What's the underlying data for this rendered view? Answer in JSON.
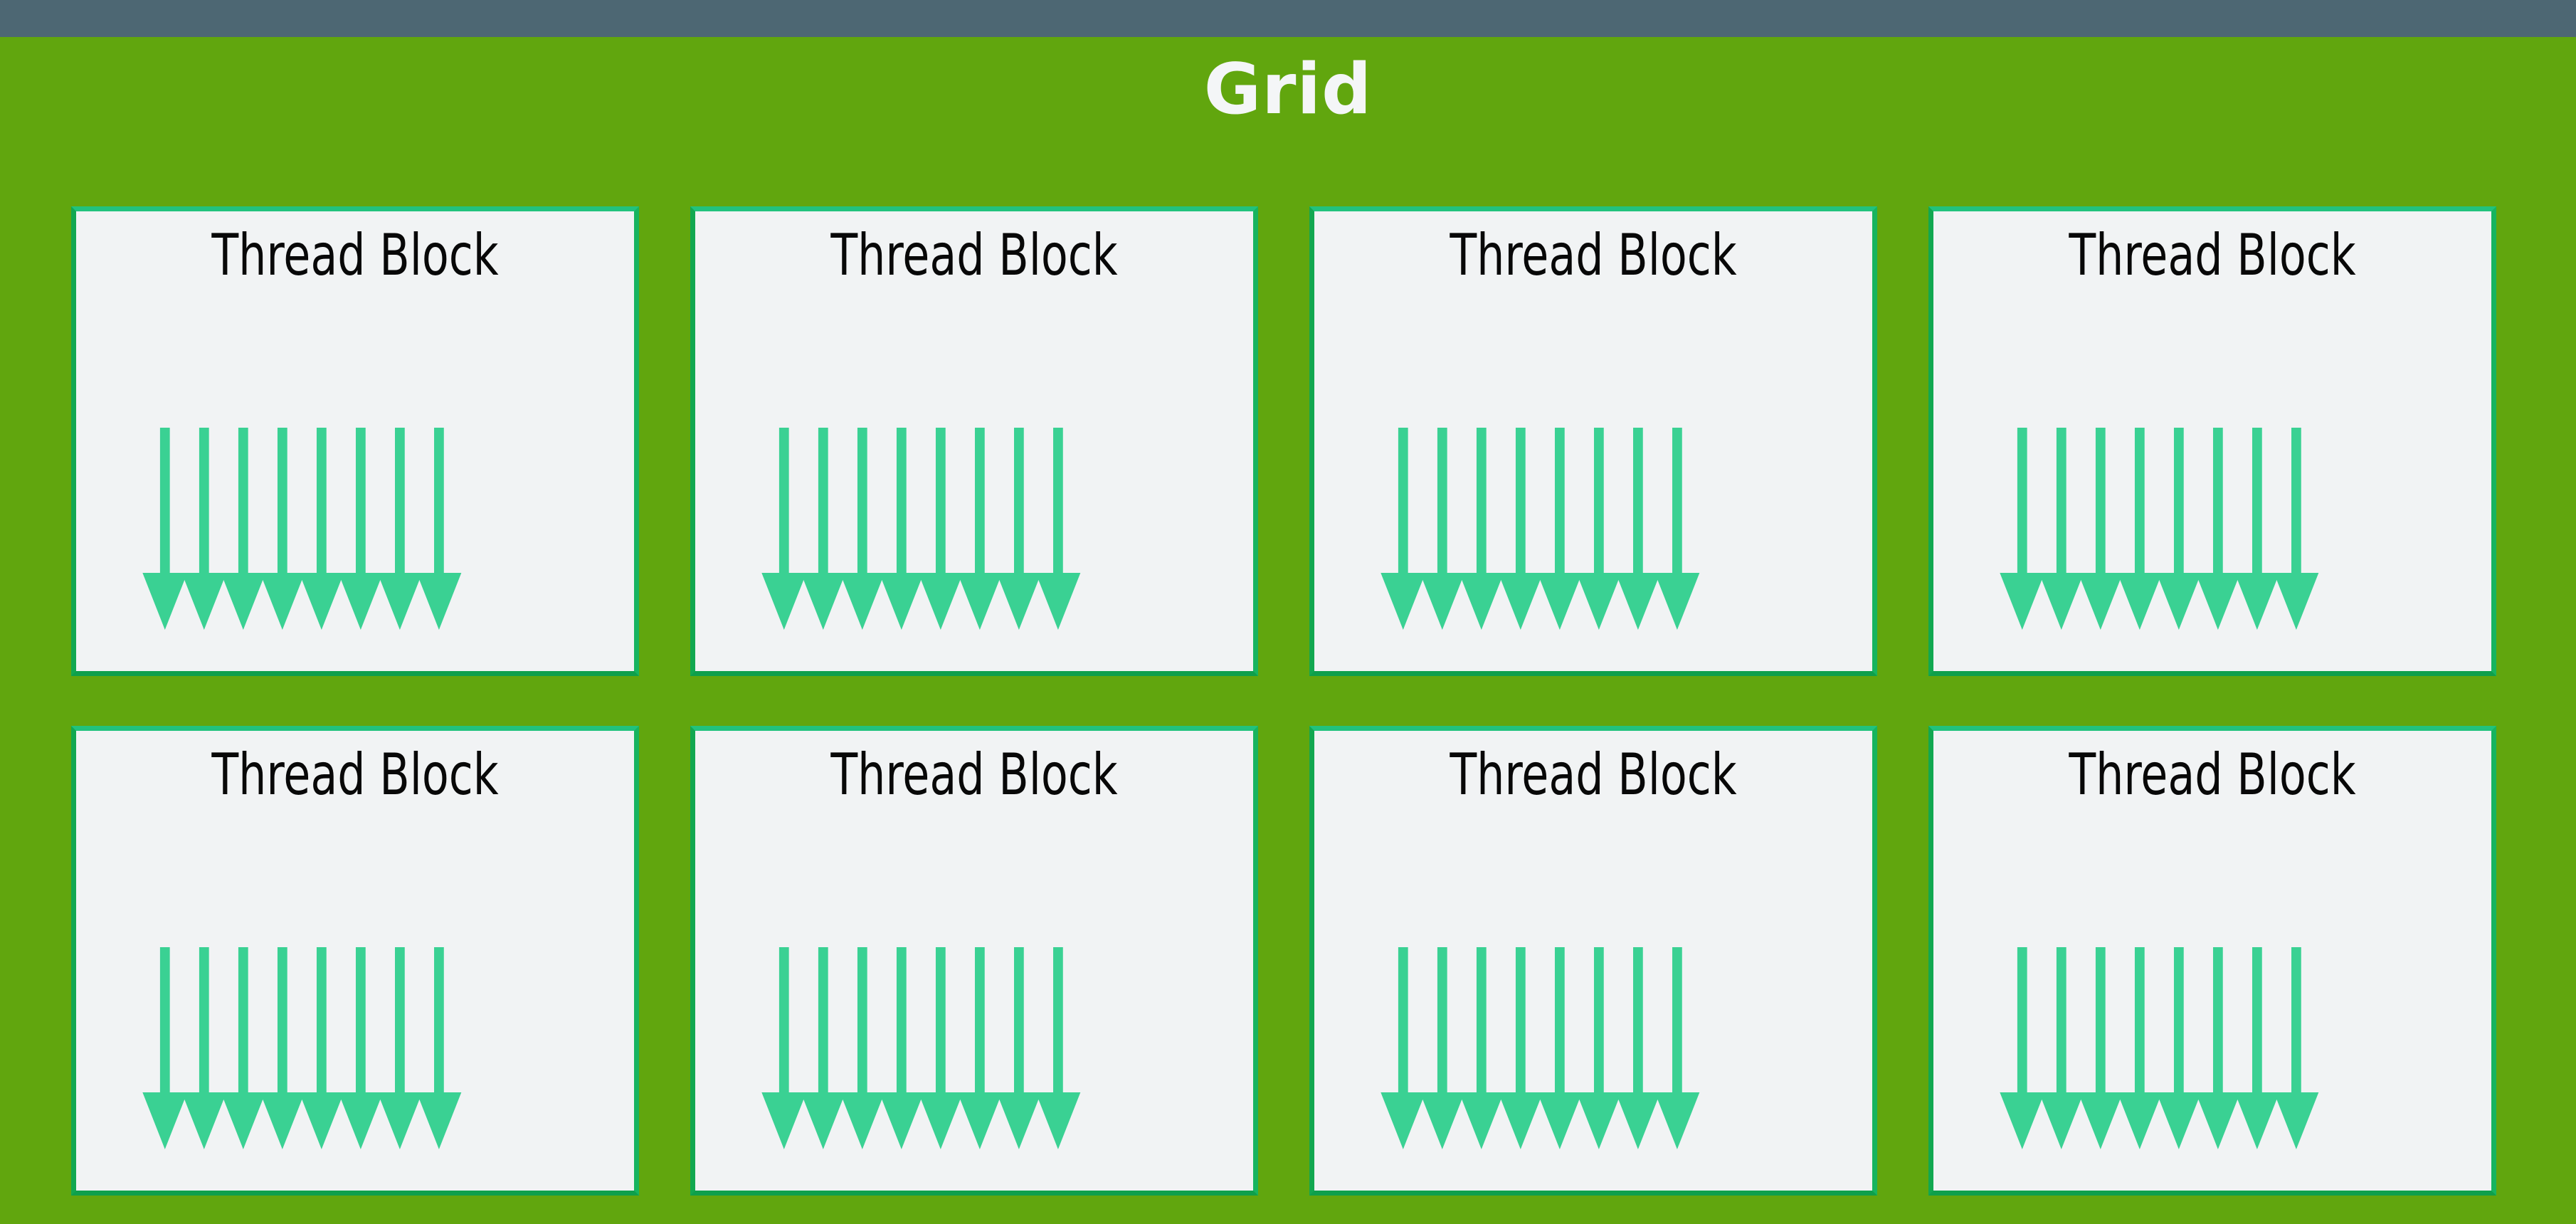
{
  "window": {
    "top_bar_color": "#4d6773"
  },
  "canvas": {
    "background_color": "#61a60e"
  },
  "header": {
    "title": "Grid",
    "title_color": "#f4f6f7"
  },
  "blocks": {
    "card_label": "Thread Block",
    "card_background_color": "#f1f3f4",
    "card_border_color": "#17b45f",
    "arrow_color": "#3ad193",
    "arrows_per_block": 8,
    "rows": 2,
    "columns": 4,
    "count": 8,
    "items": [
      {
        "label": "Thread Block",
        "row": 1,
        "column": 1,
        "threads": 8
      },
      {
        "label": "Thread Block",
        "row": 1,
        "column": 2,
        "threads": 8
      },
      {
        "label": "Thread Block",
        "row": 1,
        "column": 3,
        "threads": 8
      },
      {
        "label": "Thread Block",
        "row": 1,
        "column": 4,
        "threads": 8
      },
      {
        "label": "Thread Block",
        "row": 2,
        "column": 1,
        "threads": 8
      },
      {
        "label": "Thread Block",
        "row": 2,
        "column": 2,
        "threads": 8
      },
      {
        "label": "Thread Block",
        "row": 2,
        "column": 3,
        "threads": 8
      },
      {
        "label": "Thread Block",
        "row": 2,
        "column": 4,
        "threads": 8
      }
    ]
  }
}
